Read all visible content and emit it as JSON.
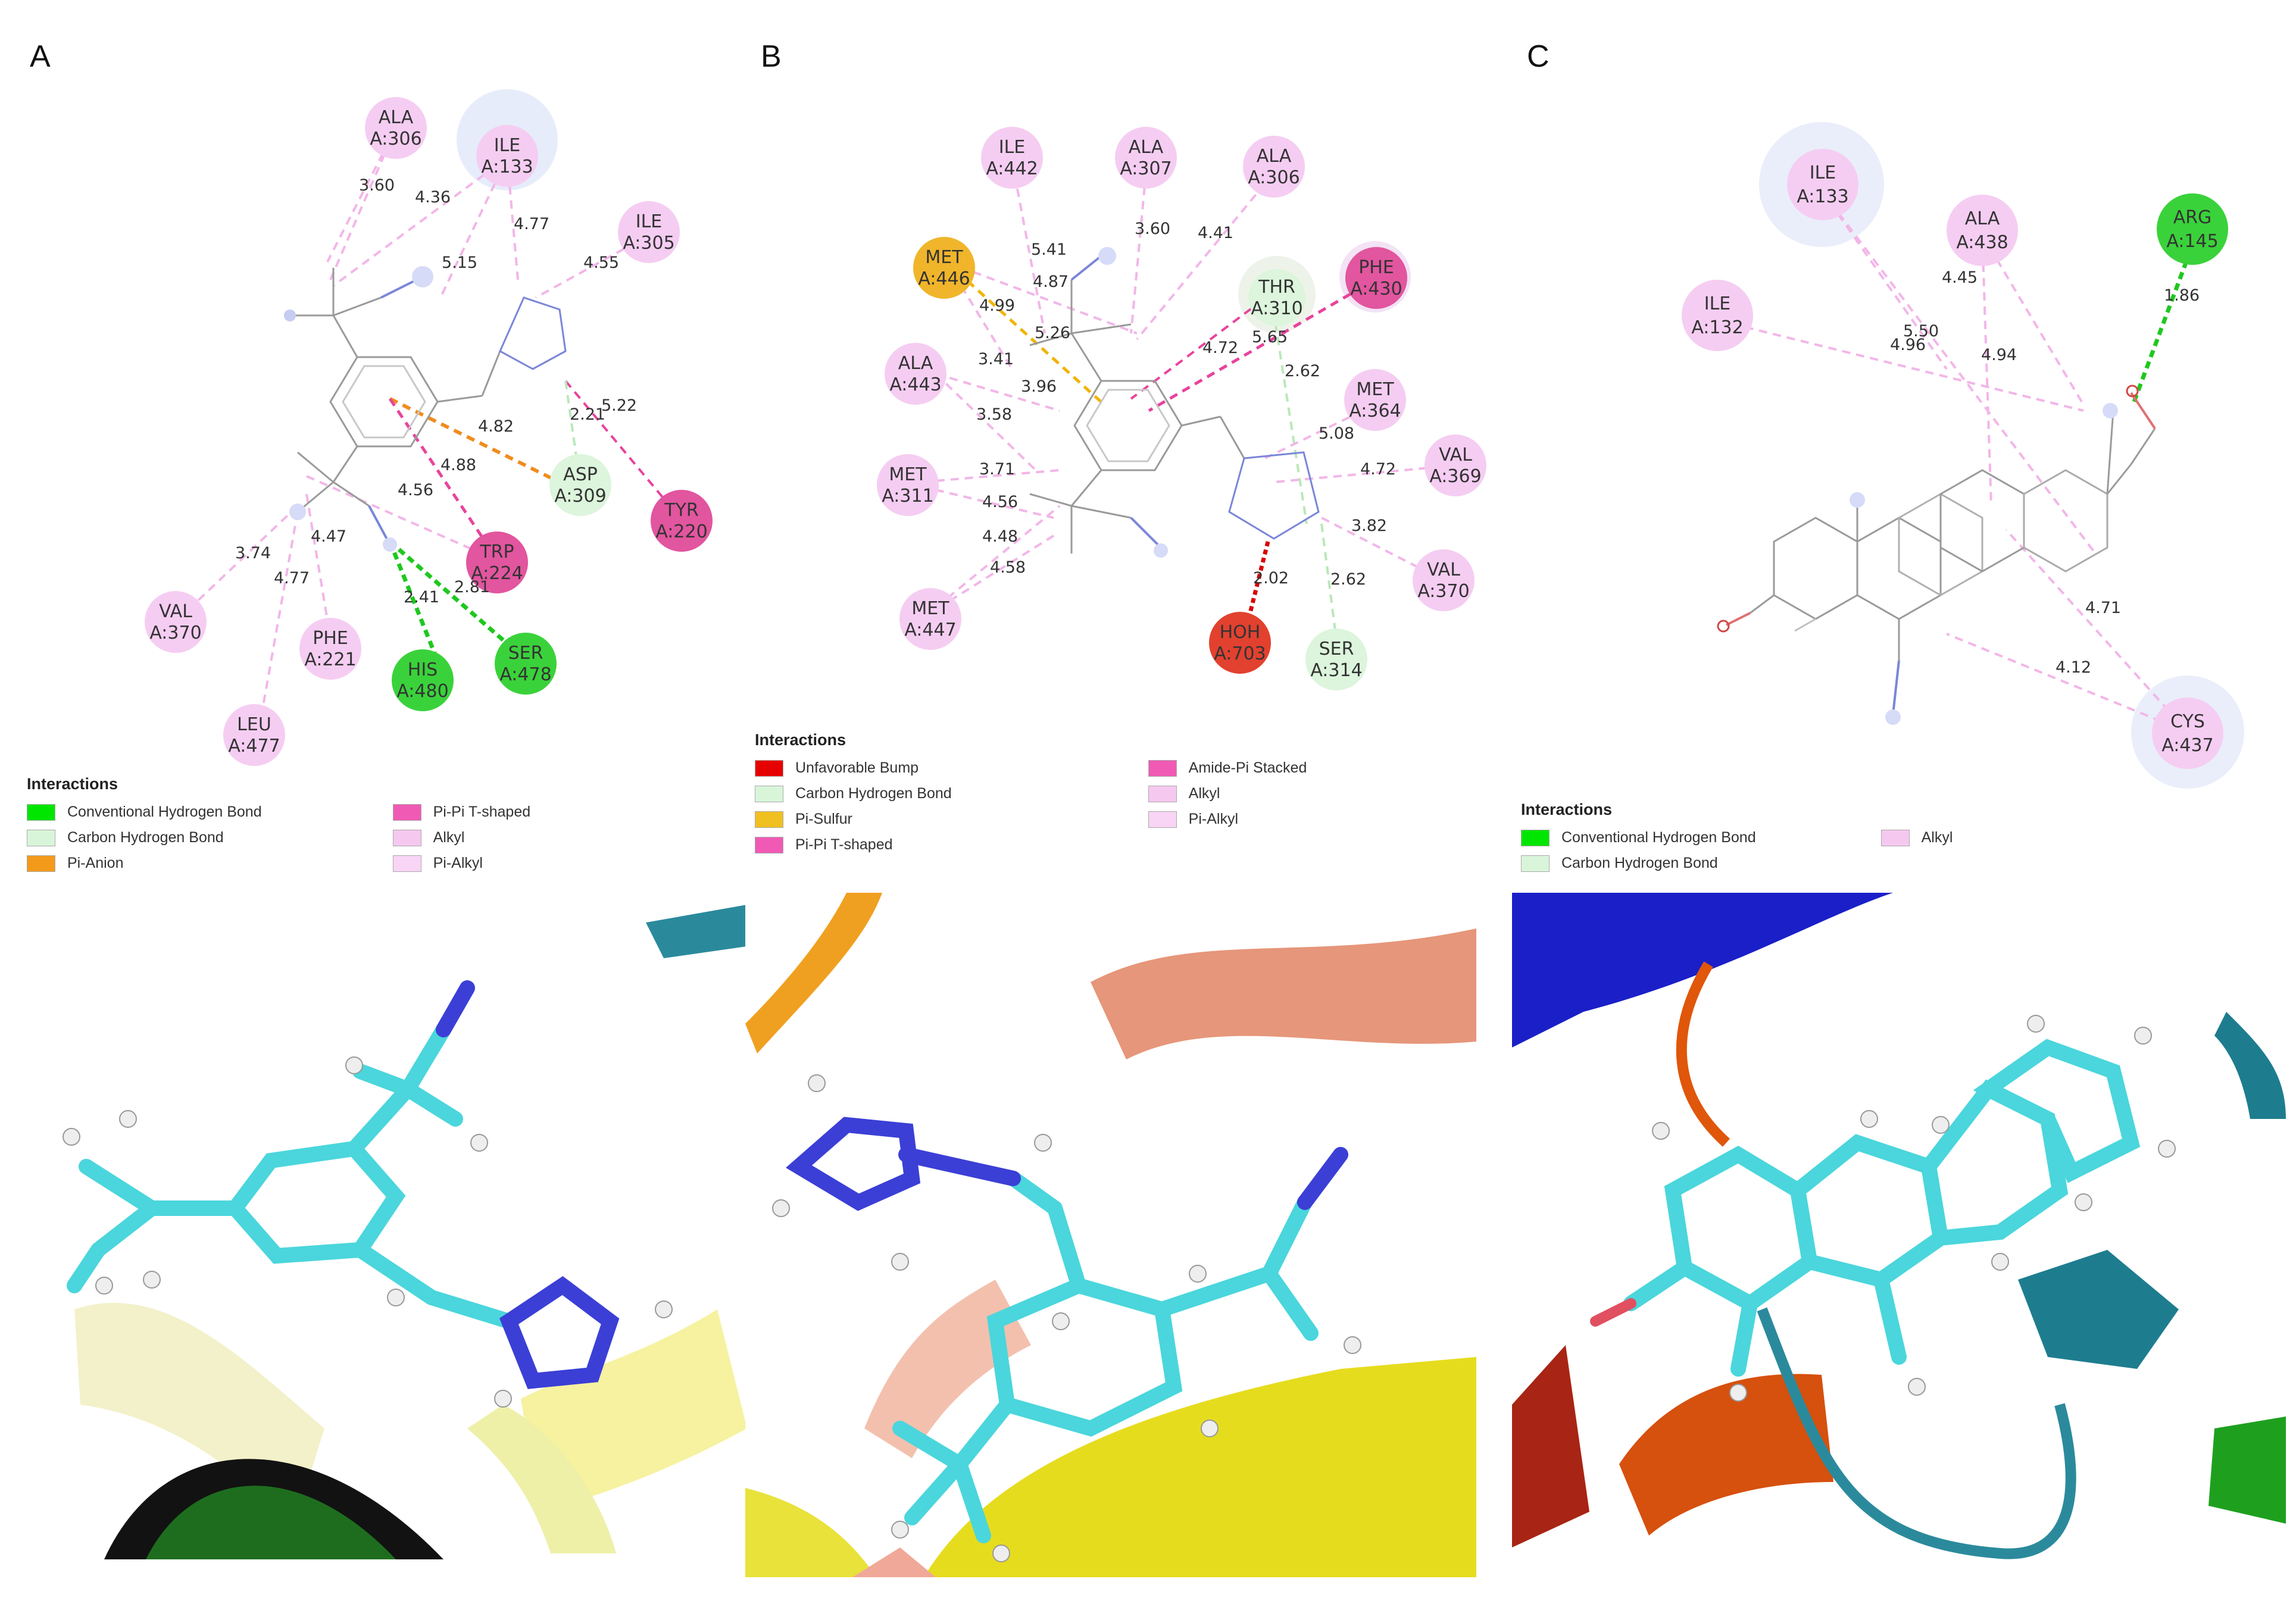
{
  "panels": [
    {
      "letter": "A",
      "residues": [
        {
          "name": "ALA",
          "num": "A:306",
          "type": "alkyl"
        },
        {
          "name": "ILE",
          "num": "A:133",
          "type": "alkyl"
        },
        {
          "name": "ILE",
          "num": "A:305",
          "type": "alkyl"
        },
        {
          "name": "ASP",
          "num": "A:309",
          "type": "carbon_hb"
        },
        {
          "name": "TYR",
          "num": "A:220",
          "type": "pi_pi"
        },
        {
          "name": "TRP",
          "num": "A:224",
          "type": "pi_pi"
        },
        {
          "name": "VAL",
          "num": "A:370",
          "type": "alkyl"
        },
        {
          "name": "PHE",
          "num": "A:221",
          "type": "alkyl"
        },
        {
          "name": "HIS",
          "num": "A:480",
          "type": "conv_hb"
        },
        {
          "name": "SER",
          "num": "A:478",
          "type": "conv_hb"
        },
        {
          "name": "LEU",
          "num": "A:477",
          "type": "alkyl"
        }
      ],
      "distances": [
        "3.60",
        "4.36",
        "4.77",
        "4.55",
        "5.15",
        "5.22",
        "2.21",
        "4.82",
        "4.88",
        "4.56",
        "4.47",
        "3.74",
        "4.77",
        "2.41",
        "2.81"
      ],
      "legend_title": "Interactions",
      "legend_items": [
        {
          "label": "Conventional Hydrogen Bond",
          "color": "#00e600"
        },
        {
          "label": "Carbon Hydrogen Bond",
          "color": "#d9f5d9"
        },
        {
          "label": "Pi-Anion",
          "color": "#f39a1b"
        },
        {
          "label": "Pi-Pi T-shaped",
          "color": "#f05ab4"
        },
        {
          "label": "Alkyl",
          "color": "#f5c8f0"
        },
        {
          "label": "Pi-Alkyl",
          "color": "#f8d4f5"
        }
      ]
    },
    {
      "letter": "B",
      "residues": [
        {
          "name": "ILE",
          "num": "A:442",
          "type": "alkyl"
        },
        {
          "name": "ALA",
          "num": "A:307",
          "type": "alkyl"
        },
        {
          "name": "ALA",
          "num": "A:306",
          "type": "alkyl"
        },
        {
          "name": "MET",
          "num": "A:446",
          "type": "pi_sulfur"
        },
        {
          "name": "THR",
          "num": "A:310",
          "type": "carbon_hb"
        },
        {
          "name": "PHE",
          "num": "A:430",
          "type": "pi_pi"
        },
        {
          "name": "ALA",
          "num": "A:443",
          "type": "alkyl"
        },
        {
          "name": "MET",
          "num": "A:364",
          "type": "alkyl"
        },
        {
          "name": "VAL",
          "num": "A:369",
          "type": "alkyl"
        },
        {
          "name": "MET",
          "num": "A:311",
          "type": "alkyl"
        },
        {
          "name": "VAL",
          "num": "A:370",
          "type": "alkyl"
        },
        {
          "name": "MET",
          "num": "A:447",
          "type": "alkyl"
        },
        {
          "name": "HOH",
          "num": "A:703",
          "type": "bump"
        },
        {
          "name": "SER",
          "num": "A:314",
          "type": "carbon_hb"
        }
      ],
      "distances": [
        "5.41",
        "3.60",
        "4.41",
        "4.87",
        "4.99",
        "5.26",
        "3.41",
        "3.96",
        "4.72",
        "5.65",
        "2.62",
        "3.58",
        "5.08",
        "4.72",
        "3.71",
        "4.56",
        "3.82",
        "4.48",
        "4.58",
        "2.02",
        "2.62"
      ],
      "legend_title": "Interactions",
      "legend_items": [
        {
          "label": "Unfavorable Bump",
          "color": "#e60000"
        },
        {
          "label": "Carbon Hydrogen Bond",
          "color": "#d9f5d9"
        },
        {
          "label": "Pi-Sulfur",
          "color": "#f0c020"
        },
        {
          "label": "Pi-Pi T-shaped",
          "color": "#f05ab4"
        },
        {
          "label": "Amide-Pi Stacked",
          "color": "#f05ab4"
        },
        {
          "label": "Alkyl",
          "color": "#f5c8f0"
        },
        {
          "label": "Pi-Alkyl",
          "color": "#f8d4f5"
        }
      ]
    },
    {
      "letter": "C",
      "residues": [
        {
          "name": "ILE",
          "num": "A:133",
          "type": "alkyl"
        },
        {
          "name": "ALA",
          "num": "A:438",
          "type": "alkyl"
        },
        {
          "name": "ARG",
          "num": "A:145",
          "type": "conv_hb"
        },
        {
          "name": "ILE",
          "num": "A:132",
          "type": "alkyl"
        },
        {
          "name": "CYS",
          "num": "A:437",
          "type": "alkyl"
        }
      ],
      "distances": [
        "4.45",
        "1.86",
        "5.50",
        "4.96",
        "4.94",
        "4.71",
        "4.12"
      ],
      "legend_title": "Interactions",
      "legend_items": [
        {
          "label": "Conventional Hydrogen Bond",
          "color": "#00e600"
        },
        {
          "label": "Carbon Hydrogen Bond",
          "color": "#d9f5d9"
        },
        {
          "label": "Alkyl",
          "color": "#f5c8f0"
        }
      ]
    }
  ],
  "colors": {
    "alkyl": "#f5cdf2",
    "carbon_hb": "#dcf5dc",
    "conv_hb": "#3ad23a",
    "pi_pi": "#e2559f",
    "pi_sulfur": "#f0b52a",
    "bump": "#e2412f",
    "line_alkyl": "#f2a6e4",
    "line_hb": "#1ec81e",
    "line_pi": "#e8439c",
    "line_anion": "#f08c1e",
    "line_sulfur": "#f0b400",
    "line_bump": "#d80000",
    "line_chb": "#b9e8b9"
  }
}
